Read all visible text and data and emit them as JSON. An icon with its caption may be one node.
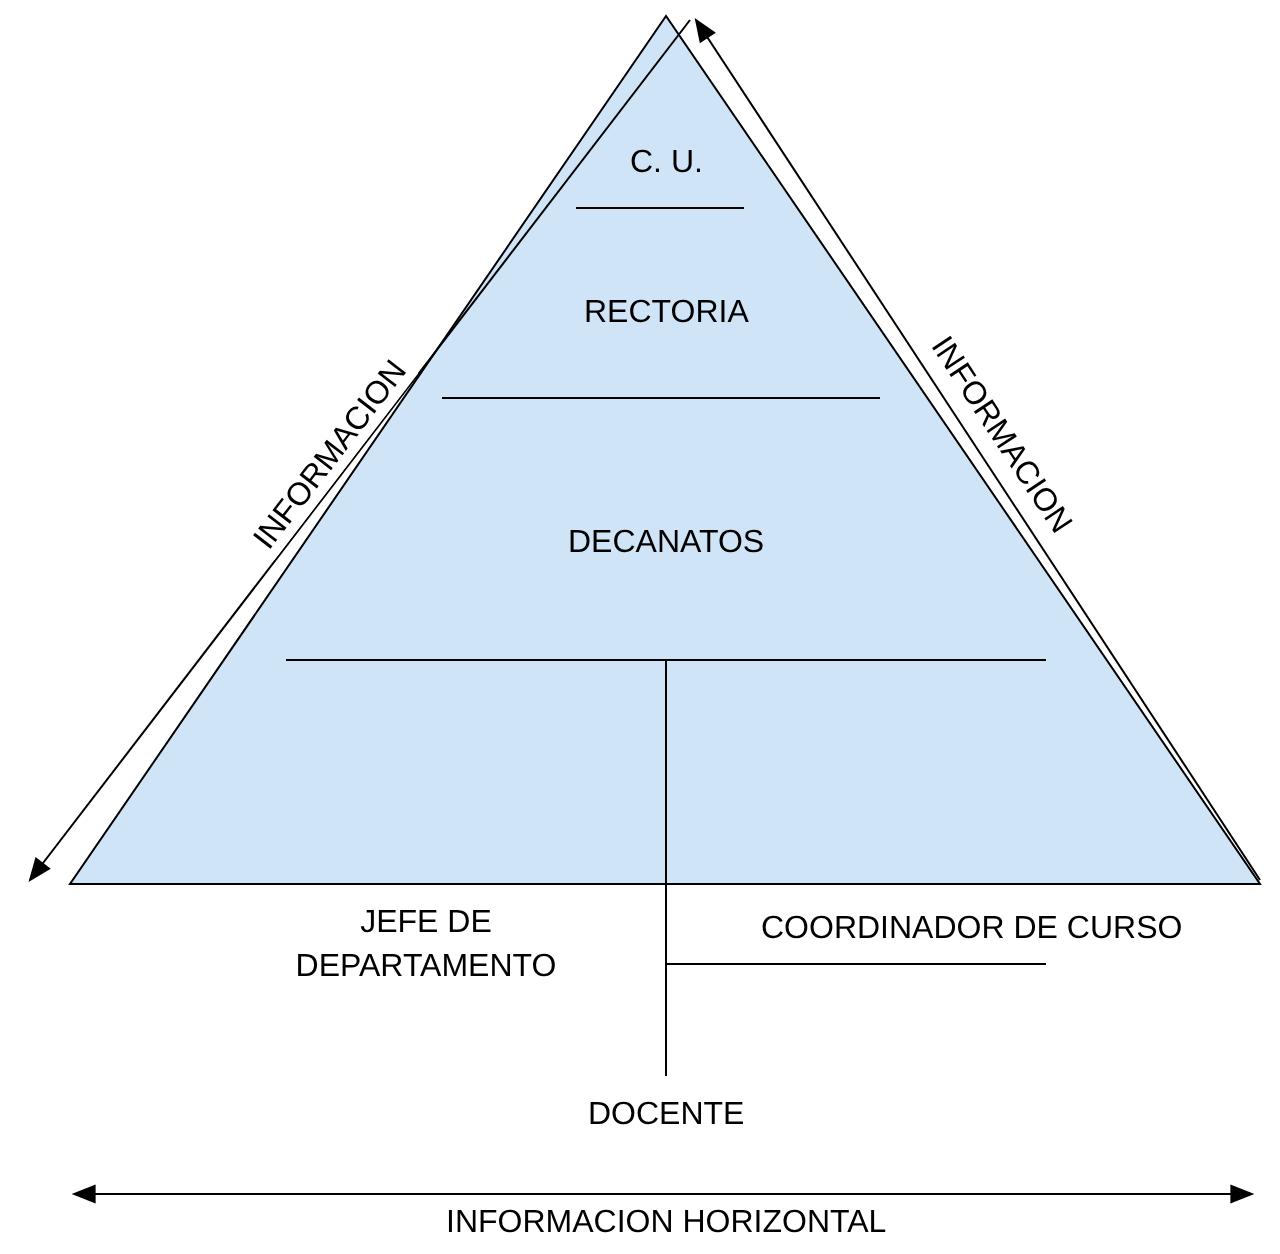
{
  "diagram": {
    "labels": [
      "C. U.",
      "INFORMACION",
      "RECTORIA",
      "INFORMACION",
      "DECANATOS",
      "JEFE DE DEPARTAMENTO",
      "COORDINADOR DE CURSO",
      "DOCENTE",
      "INFORMACION HORIZONTAL"
    ]
  }
}
